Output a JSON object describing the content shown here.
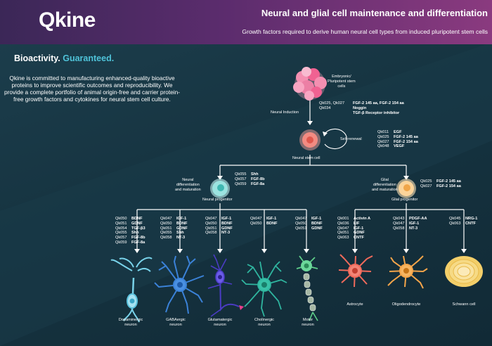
{
  "header": {
    "logo": "Qkine",
    "title": "Neural and glial cell maintenance and differentiation",
    "subtitle": "Growth factors required to derive human neural cell types from induced pluripotent stem cells"
  },
  "intro": {
    "heading_white": "Bioactivity.",
    "heading_accent": "Guaranteed.",
    "body": "Qkine is committed to manufacturing enhanced-quality bioactive proteins to improve scientific outcomes and reproducibility. We provide a complete portfolio of animal origin-free and carrier protein-free growth factors and cytokines for neural stem cell culture."
  },
  "colors": {
    "accent": "#4fc3d9",
    "header_start": "#3b2757",
    "header_end": "#8a3a7f",
    "line": "#ffffff"
  },
  "nodes": {
    "stem": "Embryonic/\nPluripotent stem\ncells",
    "nsc": "Neural stem cell",
    "neural_prog": "Neural progenitor",
    "glial_prog": "Glial progenitor"
  },
  "steps": {
    "induction": "Neural Induction",
    "self_renewal": "Self-renewal",
    "neural_diff": "Neural\ndifferentiation\nand maturation",
    "glial_diff": "Glial\ndifferentiation\nand maturation"
  },
  "factor_groups": {
    "induction": [
      {
        "cat": "Qk025, Qk027",
        "factor": "FGF-2 145 aa, FGF-2 154 aa"
      },
      {
        "cat": "Qk034",
        "factor": "Noggin"
      },
      {
        "cat": "",
        "factor": "TGF-β Receptor inhibitor"
      }
    ],
    "self_renewal": [
      {
        "cat": "Qk011",
        "factor": "EGF"
      },
      {
        "cat": "Qk025",
        "factor": "FGF-2 145 aa"
      },
      {
        "cat": "Qk027",
        "factor": "FGF-2 154 aa"
      },
      {
        "cat": "Qk048",
        "factor": "VEGF"
      }
    ],
    "neural_prog": [
      {
        "cat": "Qk055",
        "factor": "Shh"
      },
      {
        "cat": "Qk057",
        "factor": "FGF-8b"
      },
      {
        "cat": "Qk059",
        "factor": "FGF-8a"
      }
    ],
    "glial_prog": [
      {
        "cat": "Qk025",
        "factor": "FGF-2 145 aa"
      },
      {
        "cat": "Qk027",
        "factor": "FGF-2 154 aa"
      }
    ],
    "dopaminergic": [
      {
        "cat": "Qk050",
        "factor": "BDNF"
      },
      {
        "cat": "Qk051",
        "factor": "GDNF"
      },
      {
        "cat": "Qk054",
        "factor": "TGF-β3"
      },
      {
        "cat": "Qk055",
        "factor": "Shh"
      },
      {
        "cat": "Qk057",
        "factor": "FGF-8b"
      },
      {
        "cat": "Qk059",
        "factor": "FGF-8a"
      }
    ],
    "gabaergic": [
      {
        "cat": "Qk047",
        "factor": "IGF-1"
      },
      {
        "cat": "Qk050",
        "factor": "BDNF"
      },
      {
        "cat": "Qk051",
        "factor": "GDNF"
      },
      {
        "cat": "Qk055",
        "factor": "Shh"
      },
      {
        "cat": "Qk058",
        "factor": "NT-3"
      }
    ],
    "glutamatergic": [
      {
        "cat": "Qk047",
        "factor": "IGF-1"
      },
      {
        "cat": "Qk050",
        "factor": "BDNF"
      },
      {
        "cat": "Qk051",
        "factor": "GDNF"
      },
      {
        "cat": "Qk058",
        "factor": "NT-3"
      }
    ],
    "cholinergic": [
      {
        "cat": "Qk047",
        "factor": "IGF-1"
      },
      {
        "cat": "Qk050",
        "factor": "BDNF"
      }
    ],
    "motor": [
      {
        "cat": "Qk047",
        "factor": "IGF-1"
      },
      {
        "cat": "Qk050",
        "factor": "BDNF"
      },
      {
        "cat": "Qk051",
        "factor": "GDNF"
      }
    ],
    "astrocyte": [
      {
        "cat": "Qk001",
        "factor": "Activin A"
      },
      {
        "cat": "Qk036",
        "factor": "LIF"
      },
      {
        "cat": "Qk047",
        "factor": "IGF-1"
      },
      {
        "cat": "Qk051",
        "factor": "GDNF"
      },
      {
        "cat": "Qk063",
        "factor": "CNTF"
      }
    ],
    "oligodendrocyte": [
      {
        "cat": "Qk043",
        "factor": "PDGF-AA"
      },
      {
        "cat": "Qk047",
        "factor": "IGF-1"
      },
      {
        "cat": "Qk058",
        "factor": "NT-3"
      }
    ],
    "schwann": [
      {
        "cat": "Qk045",
        "factor": "NRG-1"
      },
      {
        "cat": "Qk063",
        "factor": "CNTF"
      }
    ]
  },
  "cell_types": {
    "dopaminergic": "Dopaminergic\nneuron",
    "gabaergic": "GABAergic\nneuron",
    "glutamatergic": "Glutamatergic\nneuron",
    "cholinergic": "Cholinergic\nneuron",
    "motor": "Motor\nneuron",
    "astrocyte": "Astrocyte",
    "oligodendrocyte": "Oligodendrocyte",
    "schwann": "Schwann cell"
  }
}
